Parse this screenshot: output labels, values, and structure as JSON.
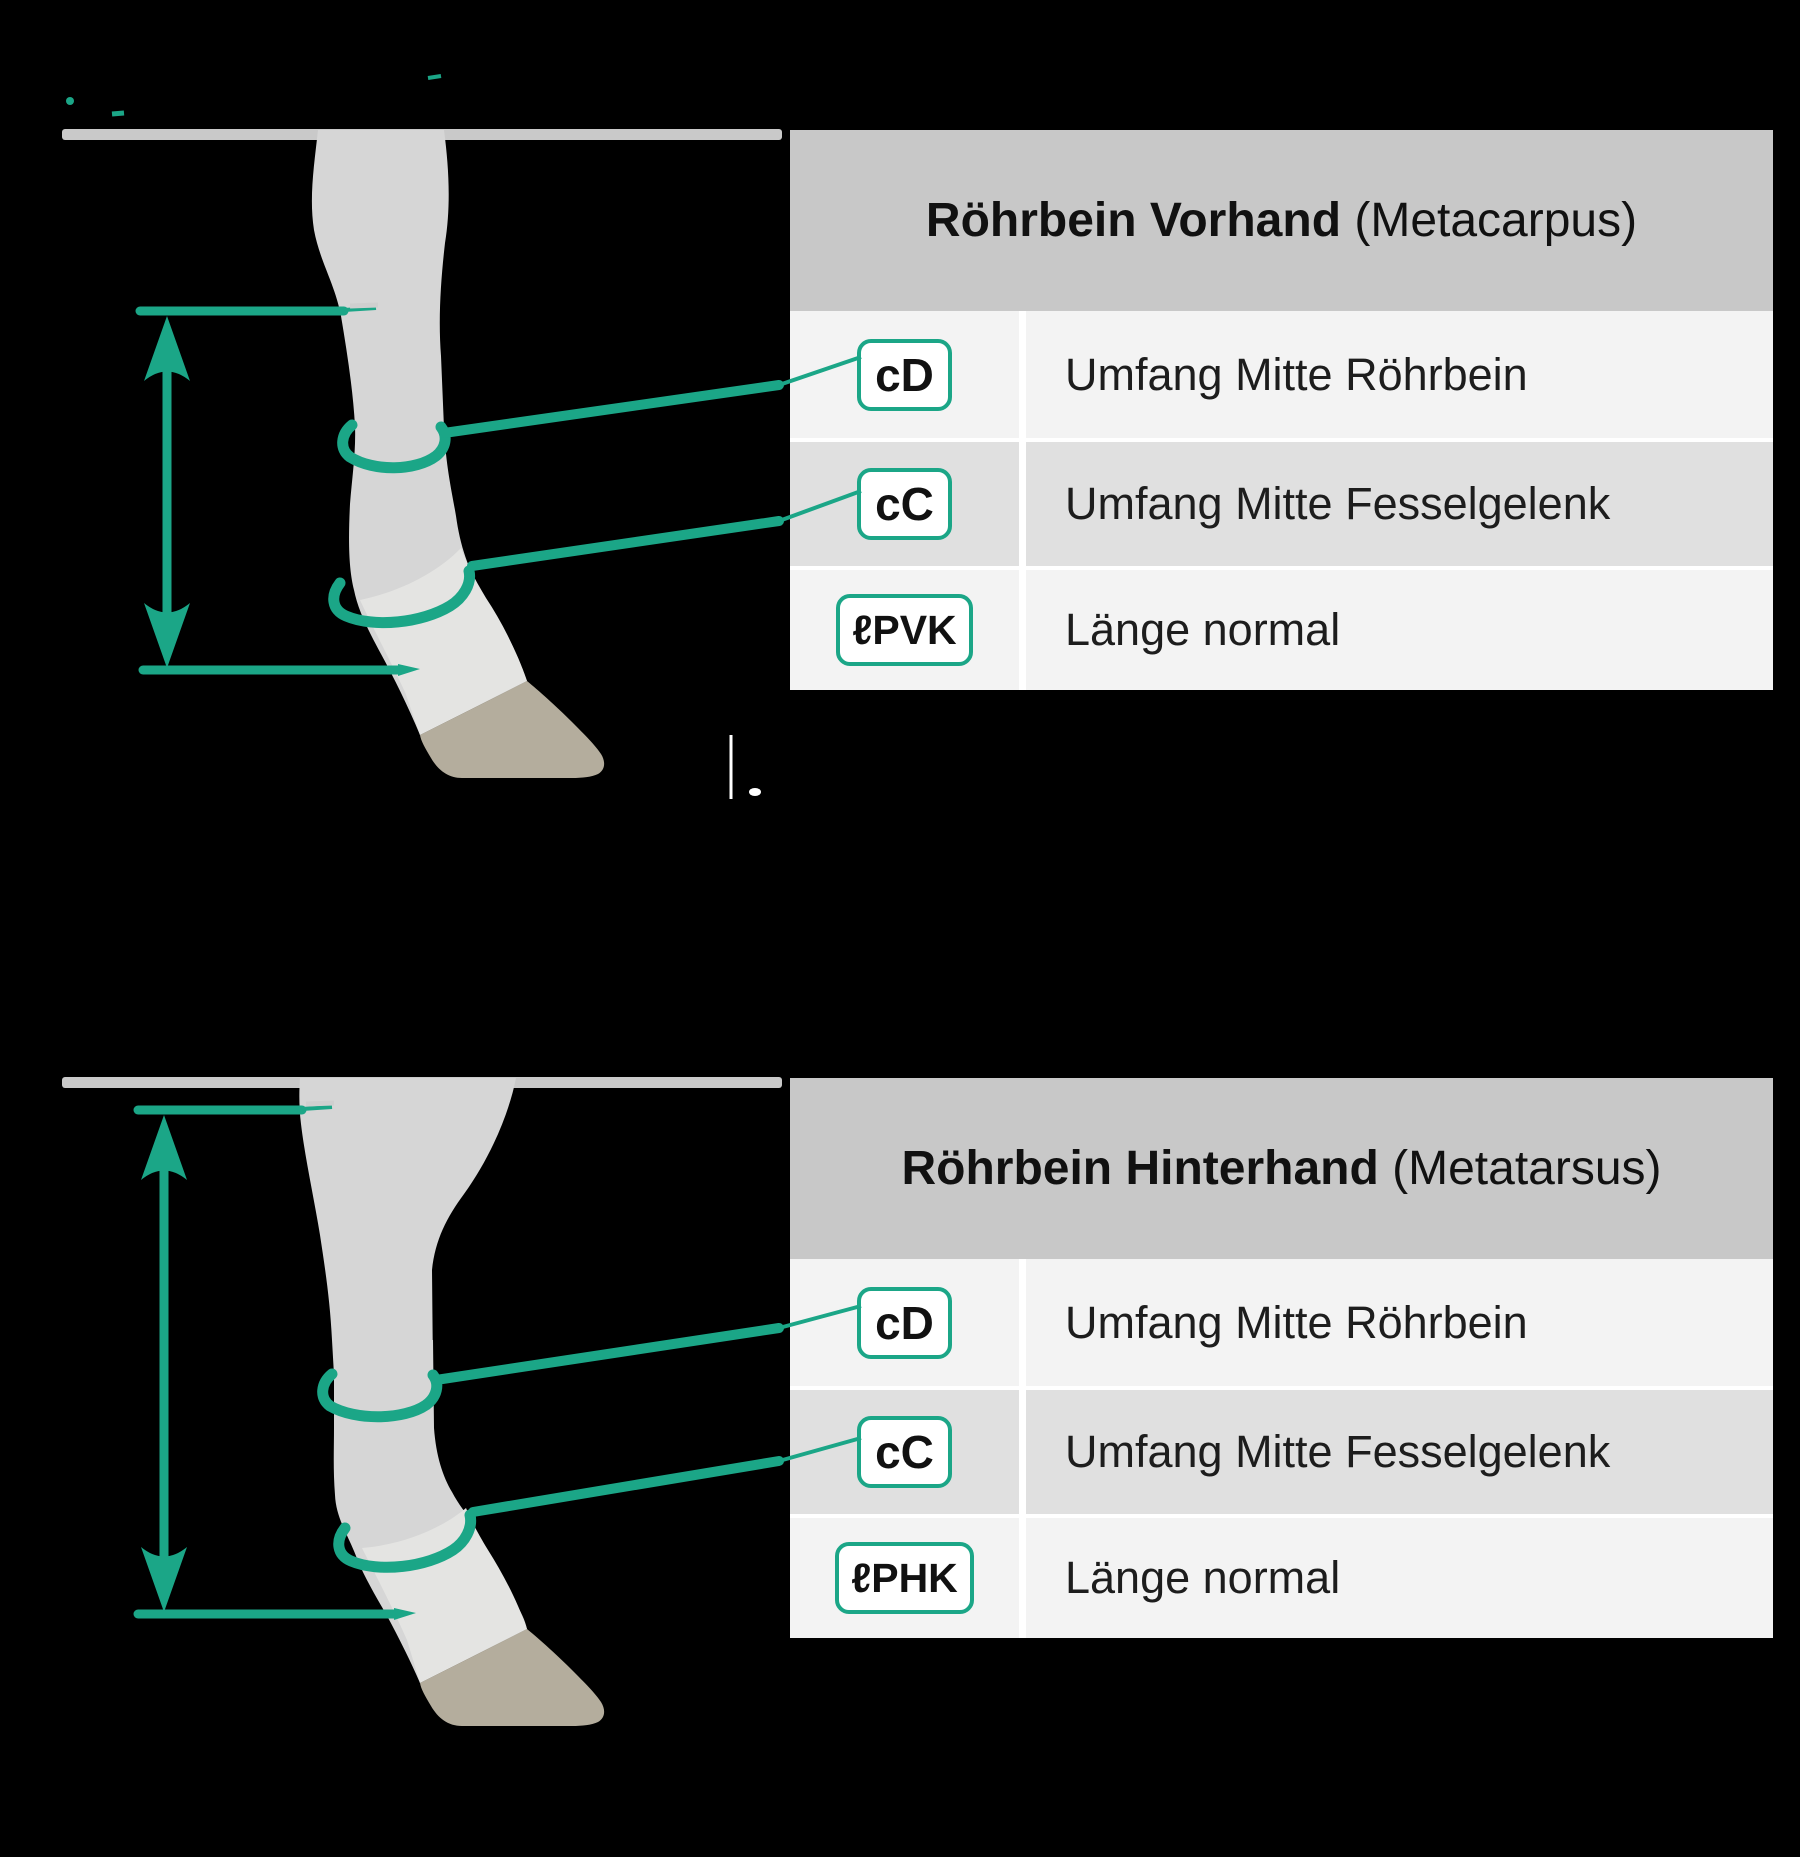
{
  "colors": {
    "accent_teal": "#1BA687",
    "leg_gray": "#D6D6D6",
    "pastern_gray": "#E4E4E2",
    "hoof_beige": "#B4AD9D",
    "cut_bar_gray": "#C9C9C9",
    "header_gray": "#C8C8C8",
    "row_light": "#F3F3F3",
    "row_dark": "#E0E0E0",
    "background": "#000000",
    "text_dark": "#1A1A1A"
  },
  "sections": [
    {
      "id": "vorhand",
      "title_bold": "Röhrbein Vorhand ",
      "title_paren": "(Metacarpus)",
      "rows": [
        {
          "code": "cD",
          "label": "Umfang Mitte Röhrbein"
        },
        {
          "code": "cC",
          "label": "Umfang Mitte Fesselgelenk"
        },
        {
          "code": "ℓPVK",
          "label": "Länge normal"
        }
      ]
    },
    {
      "id": "hinterhand",
      "title_bold": "Röhrbein Hinterhand ",
      "title_paren": "(Metatarsus)",
      "rows": [
        {
          "code": "cD",
          "label": "Umfang Mitte Röhrbein"
        },
        {
          "code": "cC",
          "label": "Umfang Mitte Fesselgelenk"
        },
        {
          "code": "ℓPHK",
          "label": "Länge normal"
        }
      ]
    }
  ]
}
